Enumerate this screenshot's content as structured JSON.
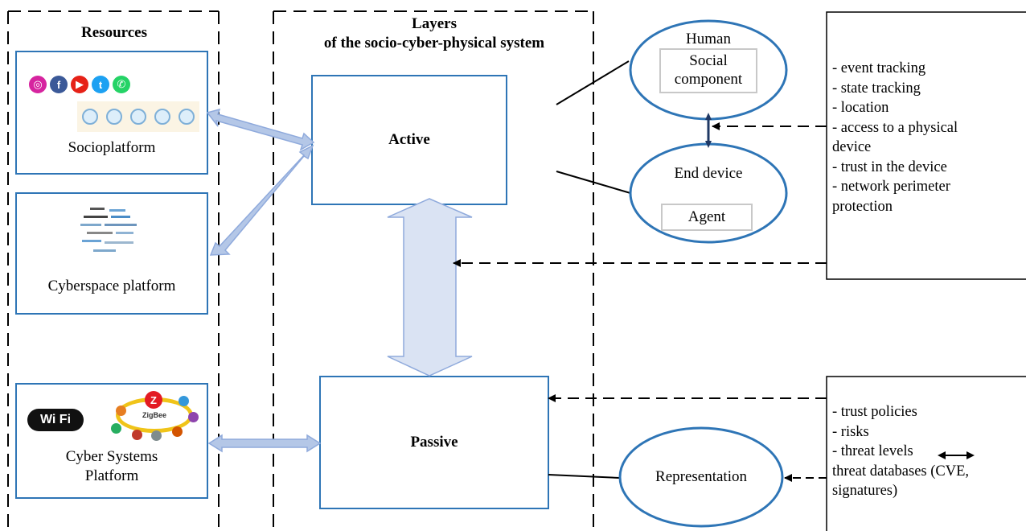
{
  "resources_title": "Resources",
  "layers_title_line1": "Layers",
  "layers_title_line2": "of the socio-cyber-physical system",
  "platforms": {
    "socio": "Socioplatform",
    "cyberspace": "Cyberspace platform",
    "cyber_systems_line1": "Cyber Systems",
    "cyber_systems_line2": "Platform"
  },
  "logos": {
    "wifi": "Wi Fi",
    "zigbee": "ZigBee"
  },
  "layers": {
    "active": "Active",
    "passive": "Passive"
  },
  "nodes": {
    "human": "Human",
    "social_component_line1": "Social",
    "social_component_line2": "component",
    "end_device": "End device",
    "agent": "Agent",
    "representation": "Representation"
  },
  "top_list": [
    "- event tracking",
    "- state tracking",
    "- location",
    "- access to a physical",
    "device",
    "- trust in the device",
    "- network perimeter",
    "protection"
  ],
  "bottom_list": [
    "- trust policies",
    "- risks",
    "- threat levels",
    "threat databases (CVE,",
    "signatures)"
  ],
  "colors": {
    "box_border": "#2e75b6",
    "arrow_fill": "#b4c7e7",
    "arrow_fill_light": "#dae3f3",
    "arrow_stroke": "#8faadc"
  }
}
